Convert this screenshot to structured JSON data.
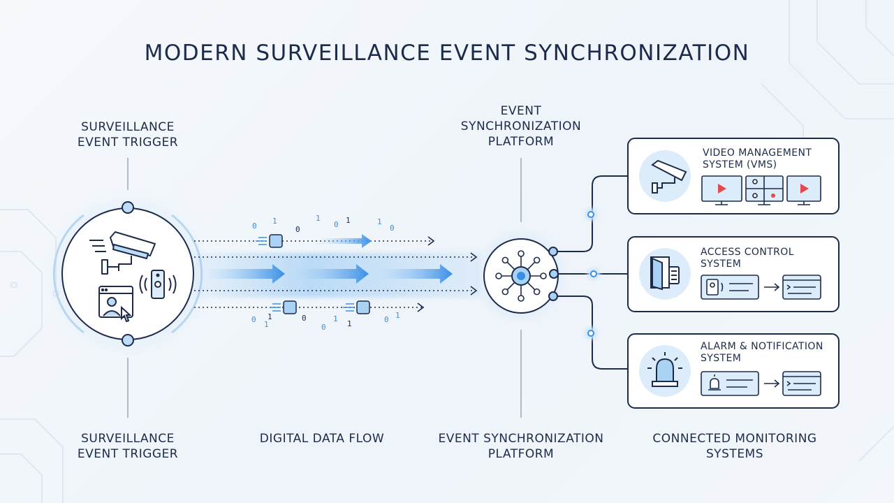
{
  "title": "MODERN SURVEILLANCE EVENT SYNCHRONIZATION",
  "trigger": {
    "top_label": [
      "SURVEILLANCE",
      "EVENT TRIGGER"
    ],
    "bottom_label": [
      "SURVEILLANCE",
      "EVENT TRIGGER"
    ]
  },
  "flow": {
    "bottom_label": "DIGITAL DATA FLOW",
    "bits_top": [
      "0",
      "1",
      "0",
      "1",
      "0",
      "1",
      "1",
      "0"
    ],
    "bits_bottom": [
      "0",
      "1",
      "0",
      "0",
      "1",
      "1",
      "0",
      "1",
      "1"
    ]
  },
  "platform": {
    "top_label": [
      "EVENT",
      "SYNCHRONIZATION",
      "PLATFORM"
    ],
    "bottom_label": [
      "EVENT SYNCHRONIZATION",
      "PLATFORM"
    ]
  },
  "systems": {
    "bottom_label": [
      "CONNECTED MONITORING",
      "SYSTEMS"
    ],
    "cards": [
      {
        "title": [
          "VIDEO MANAGEMENT",
          "SYSTEM (VMS)"
        ],
        "icon": "security-camera-icon"
      },
      {
        "title": [
          "ACCESS CONTROL",
          "SYSTEM"
        ],
        "icon": "door-keypad-icon"
      },
      {
        "title": [
          "ALARM & NOTIFICATION",
          "SYSTEM"
        ],
        "icon": "alarm-siren-icon"
      }
    ]
  },
  "colors": {
    "navy": "#1c2b4a",
    "accent": "#3a8ee6",
    "light_accent": "#a9d2f5",
    "panel_fill": "#dcecfa",
    "play_red": "#e24b4b"
  }
}
